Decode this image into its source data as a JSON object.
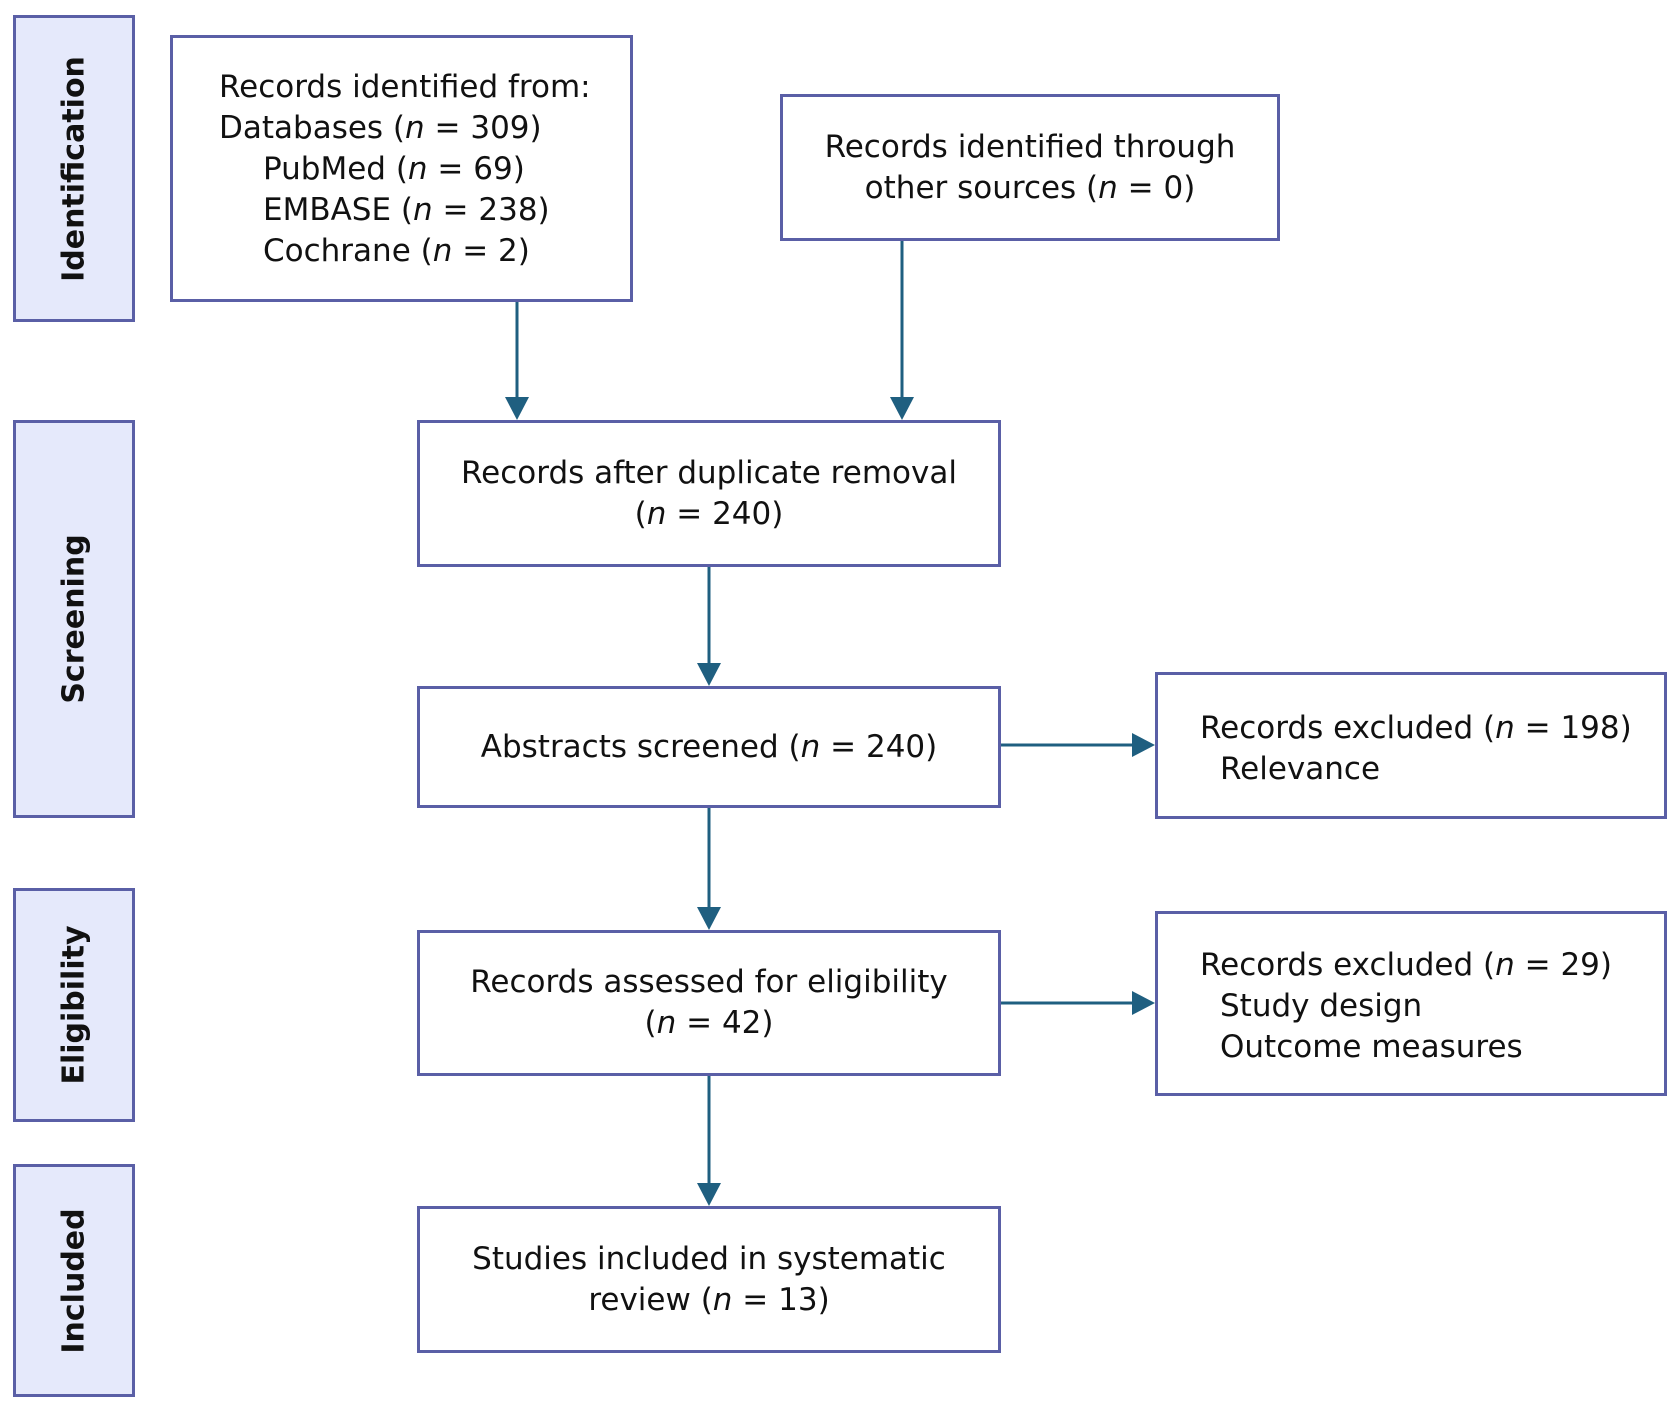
{
  "phases": {
    "identification": "Identification",
    "screening": "Screening",
    "eligibility": "Eligibility",
    "included": "Included"
  },
  "boxes": {
    "databases": {
      "heading": "Records identified from:",
      "db_label": "Databases (",
      "db_n": "n",
      "db_value": " = 309)",
      "pubmed_label": "PubMed (",
      "pubmed_n": "n",
      "pubmed_value": " = 69)",
      "embase_label": "EMBASE (",
      "embase_n": "n",
      "embase_value": " = 238)",
      "cochrane_label": "Cochrane (",
      "cochrane_n": "n",
      "cochrane_value": " = 2)"
    },
    "other_sources": {
      "line1": "Records identified through",
      "line2_label": "other sources (",
      "line2_n": "n",
      "line2_value": " = 0)"
    },
    "duplicates": {
      "line1": "Records after duplicate removal",
      "line2_open": "(",
      "line2_n": "n",
      "line2_value": " = 240)"
    },
    "abstracts": {
      "label": "Abstracts screened (",
      "n": "n",
      "value": " = 240)"
    },
    "excluded_abstracts": {
      "label": "Records excluded (",
      "n": "n",
      "value": " = 198)",
      "reason1": "Relevance"
    },
    "eligibility": {
      "line1": "Records assessed for eligibility",
      "line2_open": "(",
      "line2_n": "n",
      "line2_value": " = 42)"
    },
    "excluded_eligibility": {
      "label": "Records excluded (",
      "n": "n",
      "value": " = 29)",
      "reason1": "Study design",
      "reason2": "Outcome measures"
    },
    "included": {
      "line1": "Studies included in systematic",
      "line2_label": "review (",
      "line2_n": "n",
      "line2_value": " = 13)"
    }
  },
  "colors": {
    "border": "#5a5fa6",
    "phase_fill": "#e5e9fb",
    "arrow": "#1f5f80"
  }
}
